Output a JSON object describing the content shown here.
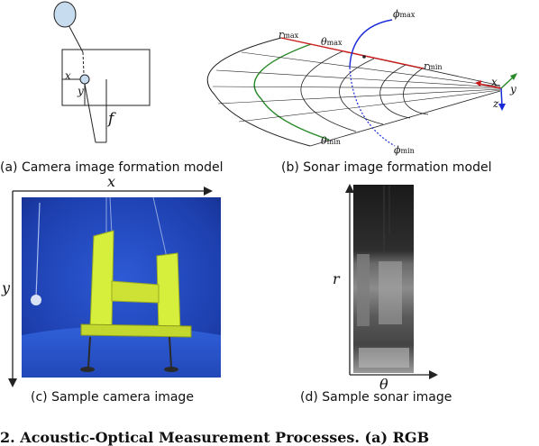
{
  "panel_a": {
    "caption": "(a) Camera image formation model",
    "labels": {
      "x": "x",
      "y": "y",
      "f": "f"
    }
  },
  "panel_b": {
    "caption": "(b) Sonar image formation model",
    "labels": {
      "r_max": "r",
      "r_max_sub": "max",
      "r_min": "r",
      "r_min_sub": "min",
      "theta_max": "θ",
      "theta_max_sub": "max",
      "theta_min": "θ",
      "theta_min_sub": "min",
      "phi_max": "ϕ",
      "phi_max_sub": "max",
      "phi_min": "ϕ",
      "phi_min_sub": "min",
      "x": "x",
      "y": "y",
      "z": "z"
    }
  },
  "panel_c": {
    "caption": "(c) Sample camera image",
    "axis_x": "x",
    "axis_y": "y"
  },
  "panel_d": {
    "caption": "(d) Sample sonar image",
    "axis_r": "r",
    "axis_theta": "θ"
  },
  "figure_caption_partial": "2. Acoustic-Optical Measurement Processes. (a) RGB",
  "colors": {
    "green_arc": "#2a8a2a",
    "blue_arc": "#1a2ad8",
    "red_axis": "#cc1a1a",
    "blue_sphere": "#c8dcf0"
  }
}
